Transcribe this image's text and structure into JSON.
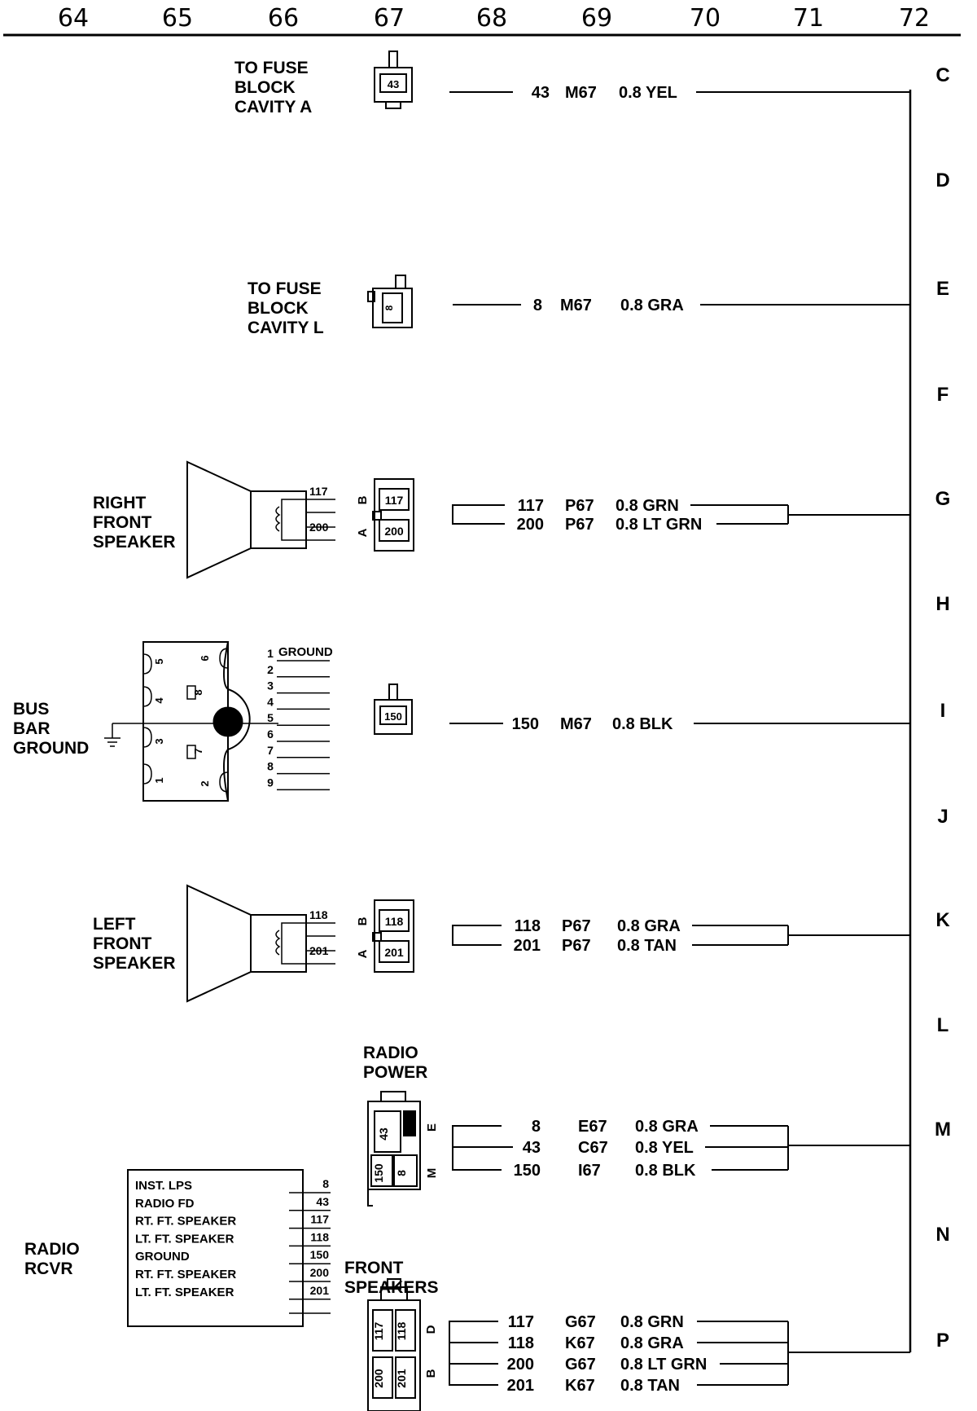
{
  "grid": {
    "columns": [
      "64",
      "65",
      "66",
      "67",
      "68",
      "69",
      "70",
      "71",
      "72"
    ],
    "rows": [
      "C",
      "D",
      "E",
      "F",
      "G",
      "H",
      "I",
      "J",
      "K",
      "L",
      "M",
      "N",
      "P"
    ]
  },
  "labels": {
    "fuse_a": [
      "TO FUSE",
      "BLOCK",
      "CAVITY A"
    ],
    "fuse_l": [
      "TO FUSE",
      "BLOCK",
      "CAVITY L"
    ],
    "rf_speaker": [
      "RIGHT",
      "FRONT",
      "SPEAKER"
    ],
    "lf_speaker": [
      "LEFT",
      "FRONT",
      "SPEAKER"
    ],
    "bus_bar": [
      "BUS",
      "BAR",
      "GROUND"
    ],
    "radio_power": [
      "RADIO",
      "POWER"
    ],
    "front_speakers": [
      "FRONT",
      "SPEAKERS"
    ],
    "radio_rcvr": [
      "RADIO",
      "RCVR"
    ]
  },
  "connectors": {
    "fuse_a_pin": "43",
    "fuse_l_pin": "8",
    "bus_pin": "150",
    "rf_pins": [
      "117",
      "200"
    ],
    "rf_letters": [
      "B",
      "A"
    ],
    "lf_pins": [
      "118",
      "201"
    ],
    "lf_letters": [
      "B",
      "A"
    ],
    "rp_pins": [
      "43",
      "150",
      "8"
    ],
    "rp_letters": [
      "E",
      "M"
    ],
    "fs_pins": [
      "117",
      "118",
      "200",
      "201"
    ],
    "fs_letters": [
      "D",
      "B"
    ]
  },
  "speaker_leads": {
    "rf": [
      "117",
      "200"
    ],
    "lf": [
      "118",
      "201"
    ]
  },
  "bus_bar_block": {
    "rows": [
      "1",
      "2",
      "3",
      "4",
      "5",
      "6",
      "7",
      "8",
      "9"
    ],
    "ground_label": "GROUND",
    "body_numbers": [
      "5",
      "6",
      "4",
      "8",
      "3",
      "7",
      "1",
      "2"
    ]
  },
  "wires": {
    "fuse_a": [
      {
        "circuit": "43",
        "code": "M67",
        "gauge": "0.8 YEL"
      }
    ],
    "fuse_l": [
      {
        "circuit": "8",
        "code": "M67",
        "gauge": "0.8 GRA"
      }
    ],
    "rf": [
      {
        "circuit": "117",
        "code": "P67",
        "gauge": "0.8 GRN"
      },
      {
        "circuit": "200",
        "code": "P67",
        "gauge": "0.8 LT GRN"
      }
    ],
    "bus": [
      {
        "circuit": "150",
        "code": "M67",
        "gauge": "0.8 BLK"
      }
    ],
    "lf": [
      {
        "circuit": "118",
        "code": "P67",
        "gauge": "0.8 GRA"
      },
      {
        "circuit": "201",
        "code": "P67",
        "gauge": "0.8 TAN"
      }
    ],
    "rp": [
      {
        "circuit": "8",
        "code": "E67",
        "gauge": "0.8 GRA"
      },
      {
        "circuit": "43",
        "code": "C67",
        "gauge": "0.8 YEL"
      },
      {
        "circuit": "150",
        "code": "I67",
        "gauge": "0.8 BLK"
      }
    ],
    "fs": [
      {
        "circuit": "117",
        "code": "G67",
        "gauge": "0.8 GRN"
      },
      {
        "circuit": "118",
        "code": "K67",
        "gauge": "0.8 GRA"
      },
      {
        "circuit": "200",
        "code": "G67",
        "gauge": "0.8 LT GRN"
      },
      {
        "circuit": "201",
        "code": "K67",
        "gauge": "0.8 TAN"
      }
    ]
  },
  "radio_rcvr": {
    "functions": [
      "INST. LPS",
      "RADIO FD",
      "RT. FT. SPEAKER",
      "LT. FT. SPEAKER",
      "GROUND",
      "RT. FT. SPEAKER",
      "LT. FT. SPEAKER"
    ],
    "pins": [
      "8",
      "43",
      "117",
      "118",
      "150",
      "200",
      "201"
    ]
  }
}
